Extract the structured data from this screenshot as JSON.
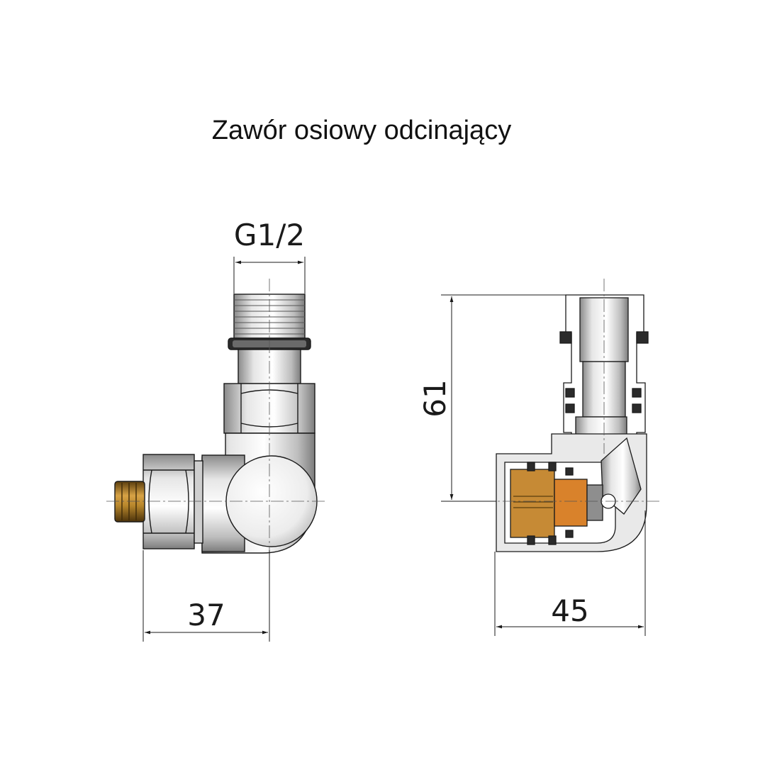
{
  "title": "Zawór osiowy odcinający",
  "dimensions": {
    "thread": "G1/2",
    "width_left": "37",
    "width_right": "45",
    "height_right": "61"
  },
  "colors": {
    "line": "#1a1a1a",
    "metal_light": "#f4f4f4",
    "metal_mid": "#c9c9c9",
    "metal_dark": "#7a7a7a",
    "brass": "#b8862a",
    "brass_dark": "#6b4a12",
    "insert_orange": "#d9822b"
  }
}
